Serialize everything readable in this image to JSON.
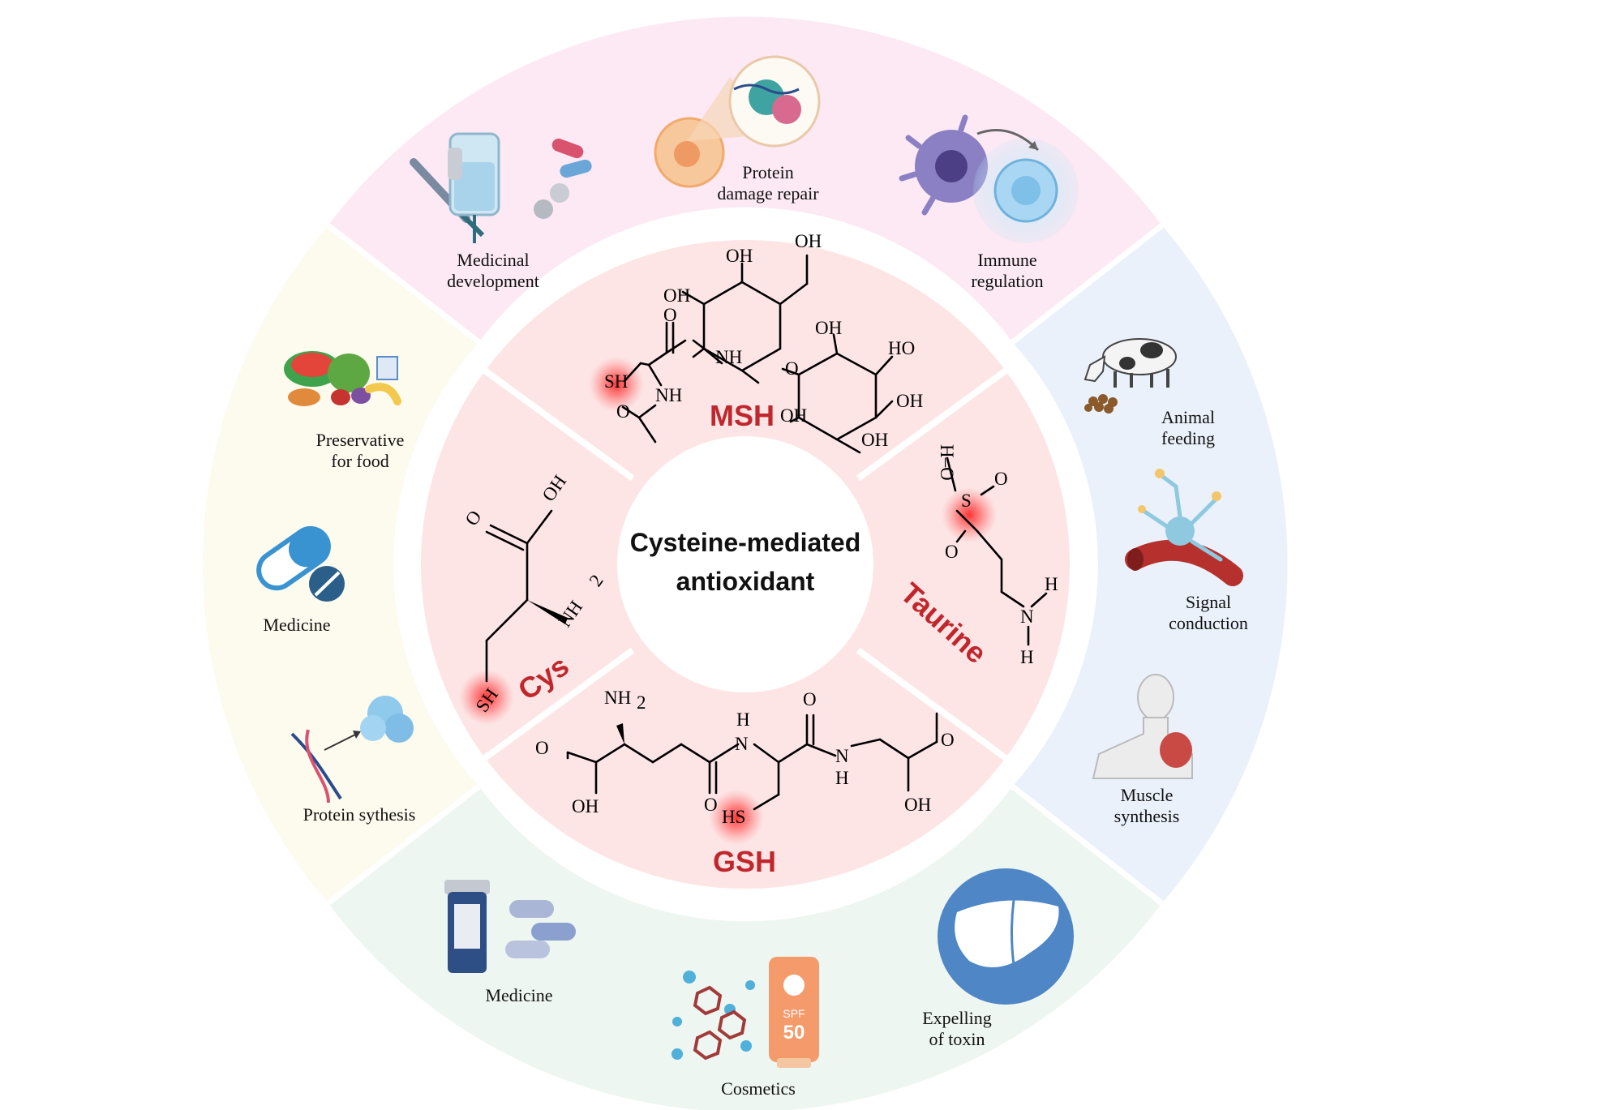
{
  "center": {
    "line1": "Cysteine-mediated",
    "line2": "antioxidant"
  },
  "molecules": {
    "msh": {
      "name": "MSH",
      "color": "#c0272d"
    },
    "taurine": {
      "name": "Taurine",
      "color": "#c0272d"
    },
    "gsh": {
      "name": "GSH",
      "color": "#c0272d"
    },
    "cys": {
      "name": "Cys",
      "color": "#c0272d"
    }
  },
  "chem_labels": {
    "oh": "OH",
    "ho": "HO",
    "o": "O",
    "nh": "NH",
    "sh": "SH",
    "hs": "HS",
    "nh2_n": "NH",
    "nh2_sub": "2",
    "h": "H",
    "n": "N",
    "s": "S",
    "h_o": "H–O",
    "s_o": "O"
  },
  "applications": {
    "medicinal_development": {
      "line1": "Medicinal",
      "line2": "development",
      "icon": "syringe-iv-bag-pills-icon"
    },
    "protein_damage_repair": {
      "line1": "Protein",
      "line2": "damage repair",
      "icon": "protein-cell-zoom-icon"
    },
    "immune_regulation": {
      "line1": "Immune",
      "line2": "regulation",
      "icon": "immune-cells-icon"
    },
    "animal_feeding": {
      "line1": "Animal",
      "line2": "feeding",
      "icon": "cow-feed-icon"
    },
    "signal_conduction": {
      "line1": "Signal",
      "line2": "conduction",
      "icon": "neuron-vessel-icon"
    },
    "muscle_synthesis": {
      "line1": "Muscle",
      "line2": "synthesis",
      "icon": "human-shoulder-muscle-icon"
    },
    "expelling_toxin": {
      "line1": "Expelling",
      "line2": "of toxin",
      "icon": "liver-icon"
    },
    "cosmetics": {
      "line1": "Cosmetics",
      "icon": "sunscreen-molecules-icon",
      "spf_label": "SPF",
      "spf_value": "50"
    },
    "medicine_bottom": {
      "line1": "Medicine",
      "icon": "pill-bottle-capsules-icon"
    },
    "protein_synthesis": {
      "line1": "Protein sythesis",
      "icon": "dna-to-protein-icon"
    },
    "medicine_left": {
      "line1": "Medicine",
      "icon": "capsule-tablet-icon"
    },
    "preservative_food": {
      "line1": "Preservative",
      "line2": "for food",
      "icon": "food-pile-icon"
    }
  },
  "colors": {
    "sector_top": "#fce9f4",
    "sector_right": "#eaf1fb",
    "sector_bottom": "#eef6f1",
    "sector_left": "#fdfaee",
    "inner_ring": "#fde5e5",
    "highlight": "#ff3b3b",
    "liver_circle": "#4f86c6"
  }
}
